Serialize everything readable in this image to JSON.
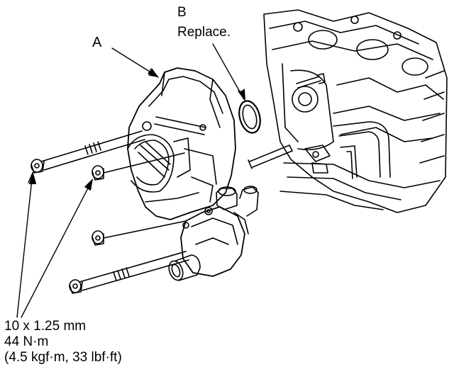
{
  "callouts": {
    "a": {
      "letter": "A"
    },
    "b": {
      "letter": "B",
      "note": "Replace."
    }
  },
  "spec": {
    "thread": "10 x 1.25 mm",
    "torque_nm": "44 N·m",
    "torque_alt": "(4.5 kgf·m, 33 lbf·ft)"
  },
  "colors": {
    "ink": "#000000",
    "paper": "#ffffff"
  }
}
